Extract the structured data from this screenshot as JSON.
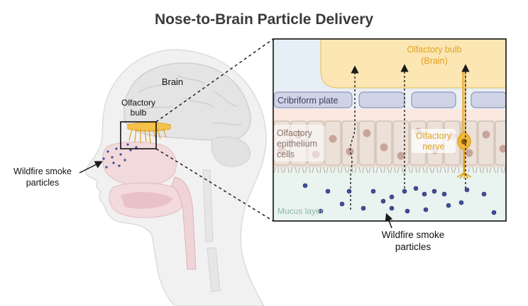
{
  "title": "Nose-to-Brain Particle Delivery",
  "head_labels": {
    "brain": "Brain",
    "olfactory_bulb_line1": "Olfactory",
    "olfactory_bulb_line2": "bulb",
    "smoke_line1": "Wildfire smoke",
    "smoke_line2": "particles"
  },
  "detail_labels": {
    "olfactory_bulb_line1": "Olfactory bulb",
    "olfactory_bulb_line2": "(Brain)",
    "cribriform_plate": "Cribriform plate",
    "epithelium_line1": "Olfactory",
    "epithelium_line2": "epithelium",
    "epithelium_line3": "cells",
    "nerve_line1": "Olfactory",
    "nerve_line2": "nerve",
    "mucus_layer": "Mucus layer",
    "smoke_line1": "Wildfire smoke",
    "smoke_line2": "particles"
  },
  "colors": {
    "title": "#3a3a3a",
    "bulb_fill": "#fbe6b4",
    "bulb_text": "#e0a020",
    "cribriform_fill": "#cfd3e6",
    "epithelium_fill": "#e8ddd5",
    "cell_nucleus": "#c9a49a",
    "mucus_fill": "#e9f3ef",
    "mucus_text": "#8fb7a8",
    "particle": "#3f4d9a",
    "nerve": "#e2a21c"
  }
}
